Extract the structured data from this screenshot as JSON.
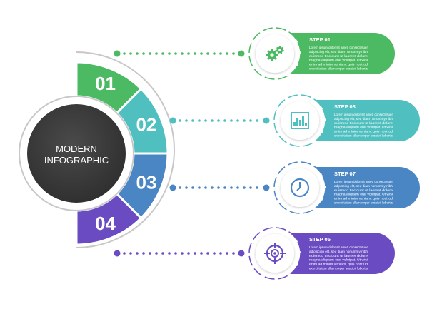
{
  "center": {
    "line1": "MODERN",
    "line2": "INFOGRAPHIC"
  },
  "colors": {
    "green": "#4cba63",
    "teal": "#4fc0bf",
    "blue": "#4a86c4",
    "purple": "#6a4bc2",
    "gray_ring": "#c8c8c8",
    "dark": "#3b3b3b"
  },
  "segments": [
    {
      "number": "01",
      "color": "#4cba63"
    },
    {
      "number": "02",
      "color": "#4fc0bf"
    },
    {
      "number": "03",
      "color": "#4a86c4"
    },
    {
      "number": "04",
      "color": "#6a4bc2"
    }
  ],
  "cards": [
    {
      "title": "STEP 01",
      "icon": "gears-icon",
      "color": "#4cba63",
      "lines": [
        "Lorem ipsum dolor sit amet, consectetuer",
        "adipiscing elit, sed diam nonummy nibh",
        "euismod tincidunt ut laoreet dolore",
        "magna aliquam erat volutpat. Ut wisi",
        "enim ad minim veniam, quis nostrud",
        "exerci tation ullamcorper suscipit lobortis"
      ]
    },
    {
      "title": "STEP 03",
      "icon": "bar-chart-icon",
      "color": "#4fc0bf",
      "lines": [
        "Lorem ipsum dolor sit amet, consectetuer",
        "adipiscing elit, sed diam nonummy nibh",
        "euismod tincidunt ut laoreet dolore",
        "magna aliquam erat volutpat. Ut wisi",
        "enim ad minim veniam, quis nostrud",
        "exerci tation ullamcorper suscipit lobortis"
      ]
    },
    {
      "title": "STEP 07",
      "icon": "clock-icon",
      "color": "#4a86c4",
      "lines": [
        "Lorem ipsum dolor sit amet, consectetuer",
        "adipiscing elit, sed diam nonummy nibh",
        "euismod tincidunt ut laoreet dolore",
        "magna aliquam erat volutpat. Ut wisi",
        "enim ad minim veniam, quis nostrud",
        "exerci tation ullamcorper suscipit lobortis"
      ]
    },
    {
      "title": "STEP 05",
      "icon": "target-icon",
      "color": "#6a4bc2",
      "lines": [
        "Lorem ipsum dolor sit amet, consectetuer",
        "adipiscing elit, sed diam nonummy nibh",
        "euismod tincidunt ut laoreet dolore",
        "magna aliquam erat volutpat. Ut wisi",
        "enim ad minim veniam, quis nostrud",
        "exerci tation ullamcorper suscipit lobortis"
      ]
    }
  ]
}
